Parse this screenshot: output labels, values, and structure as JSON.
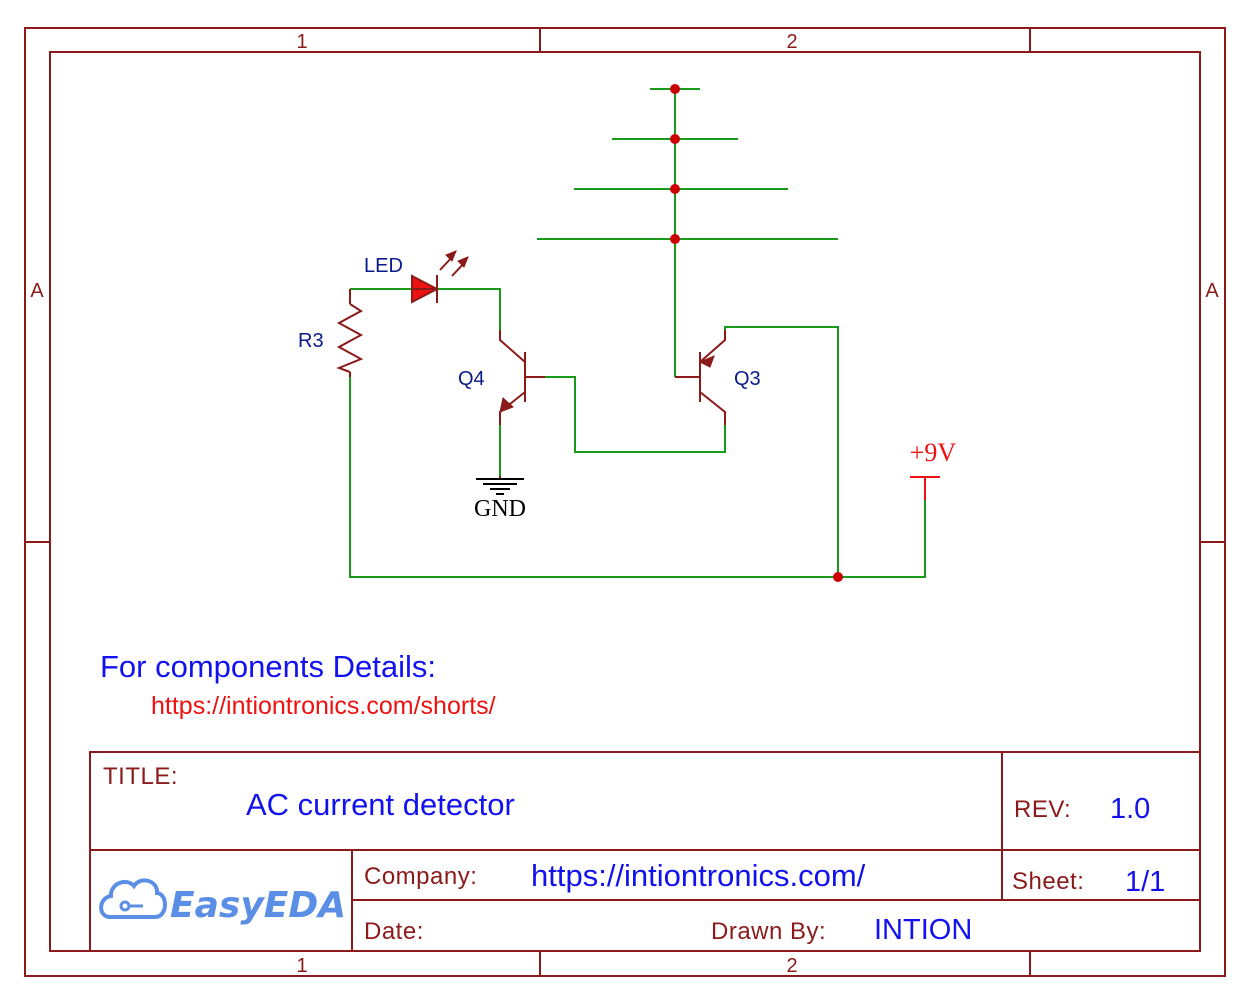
{
  "frame": {
    "column_labels": [
      "1",
      "2"
    ],
    "row_labels": [
      "A"
    ]
  },
  "components": {
    "r3": "R3",
    "led": "LED",
    "q4": "Q4",
    "q3": "Q3",
    "gnd": "GND",
    "vcc": "+9V"
  },
  "notes": {
    "heading": "For components Details:",
    "link": "https://intiontronics.com/shorts/"
  },
  "title_block": {
    "title_label": "TITLE:",
    "title_value": "AC current detector",
    "rev_label": "REV:",
    "rev_value": "1.0",
    "company_label": "Company:",
    "company_value": "https://intiontronics.com/",
    "sheet_label": "Sheet:",
    "sheet_value": "1/1",
    "date_label": "Date:",
    "date_value": "",
    "drawn_by_label": "Drawn By:",
    "drawn_by_value": "INTION",
    "logo_text": "EasyEDA"
  },
  "colors": {
    "frame": "#8b1a1a",
    "wire": "#1a9a1a",
    "junction": "#cc0000",
    "ref_text": "#0a1a8a",
    "note_blue": "#1212ee",
    "note_red": "#ee1111",
    "logo": "#5b8fe6"
  }
}
